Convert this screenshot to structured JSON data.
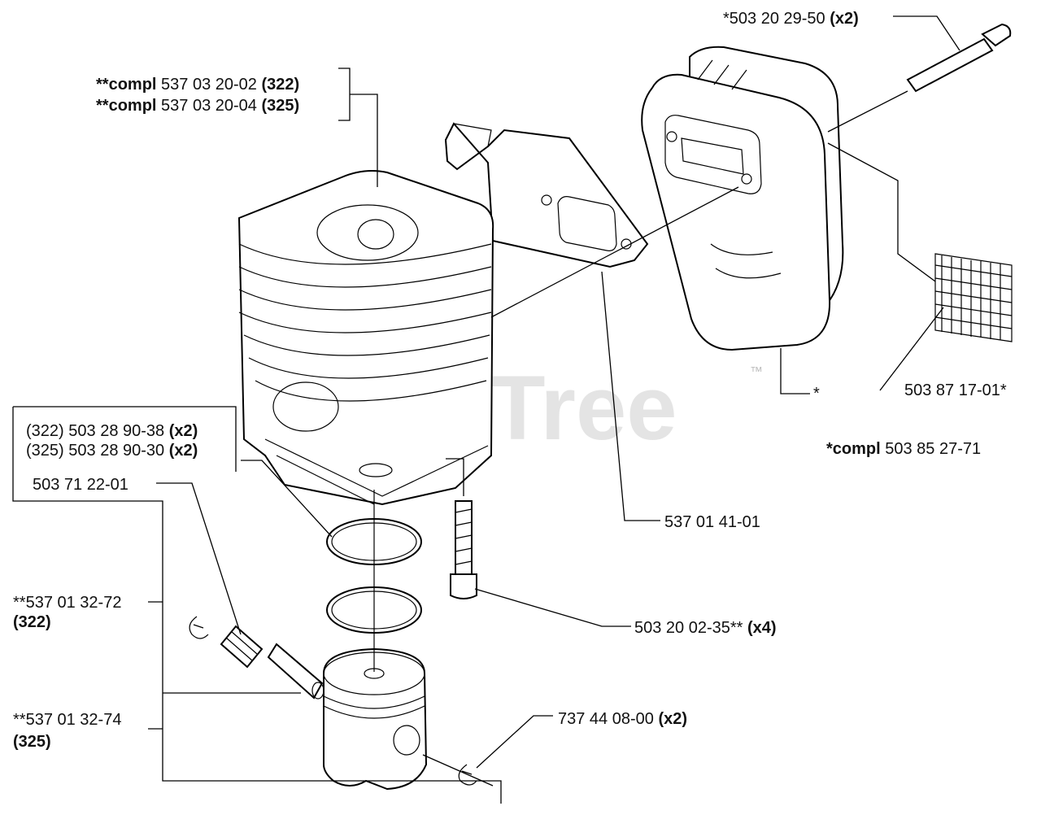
{
  "watermark": {
    "text": "PartsTree",
    "trademark": "™"
  },
  "labels": {
    "bolt_top": {
      "num": "*503 20 29-50",
      "qty": "(x2)"
    },
    "cyl_322": {
      "prefix": "**compl",
      "num": "537 03 20-02",
      "model": "(322)"
    },
    "cyl_325": {
      "prefix": "**compl",
      "num": "537 03 20-04",
      "model": "(325)"
    },
    "ring_322": {
      "model": "(322)",
      "num": "503 28 90-38",
      "qty": "(x2)"
    },
    "ring_325": {
      "model": "(325)",
      "num": "503 28 90-30",
      "qty": "(x2)"
    },
    "bearing": {
      "num": "503 71 22-01"
    },
    "piston_322": {
      "num": "**537 01 32-72",
      "model": "(322)"
    },
    "piston_325": {
      "num": "**537 01 32-74",
      "model": "(325)"
    },
    "gasket": {
      "num": "537 01 41-01"
    },
    "bolt_cyl": {
      "num": "503 20 02-35**",
      "qty": "(x4)"
    },
    "circlip": {
      "num": "737 44 08-00",
      "qty": "(x2)"
    },
    "screen": {
      "num": "503 87 17-01*"
    },
    "muffler_star": {
      "text": "*"
    },
    "muffler_compl": {
      "prefix": "*compl",
      "num": "503 85 27-71"
    }
  }
}
